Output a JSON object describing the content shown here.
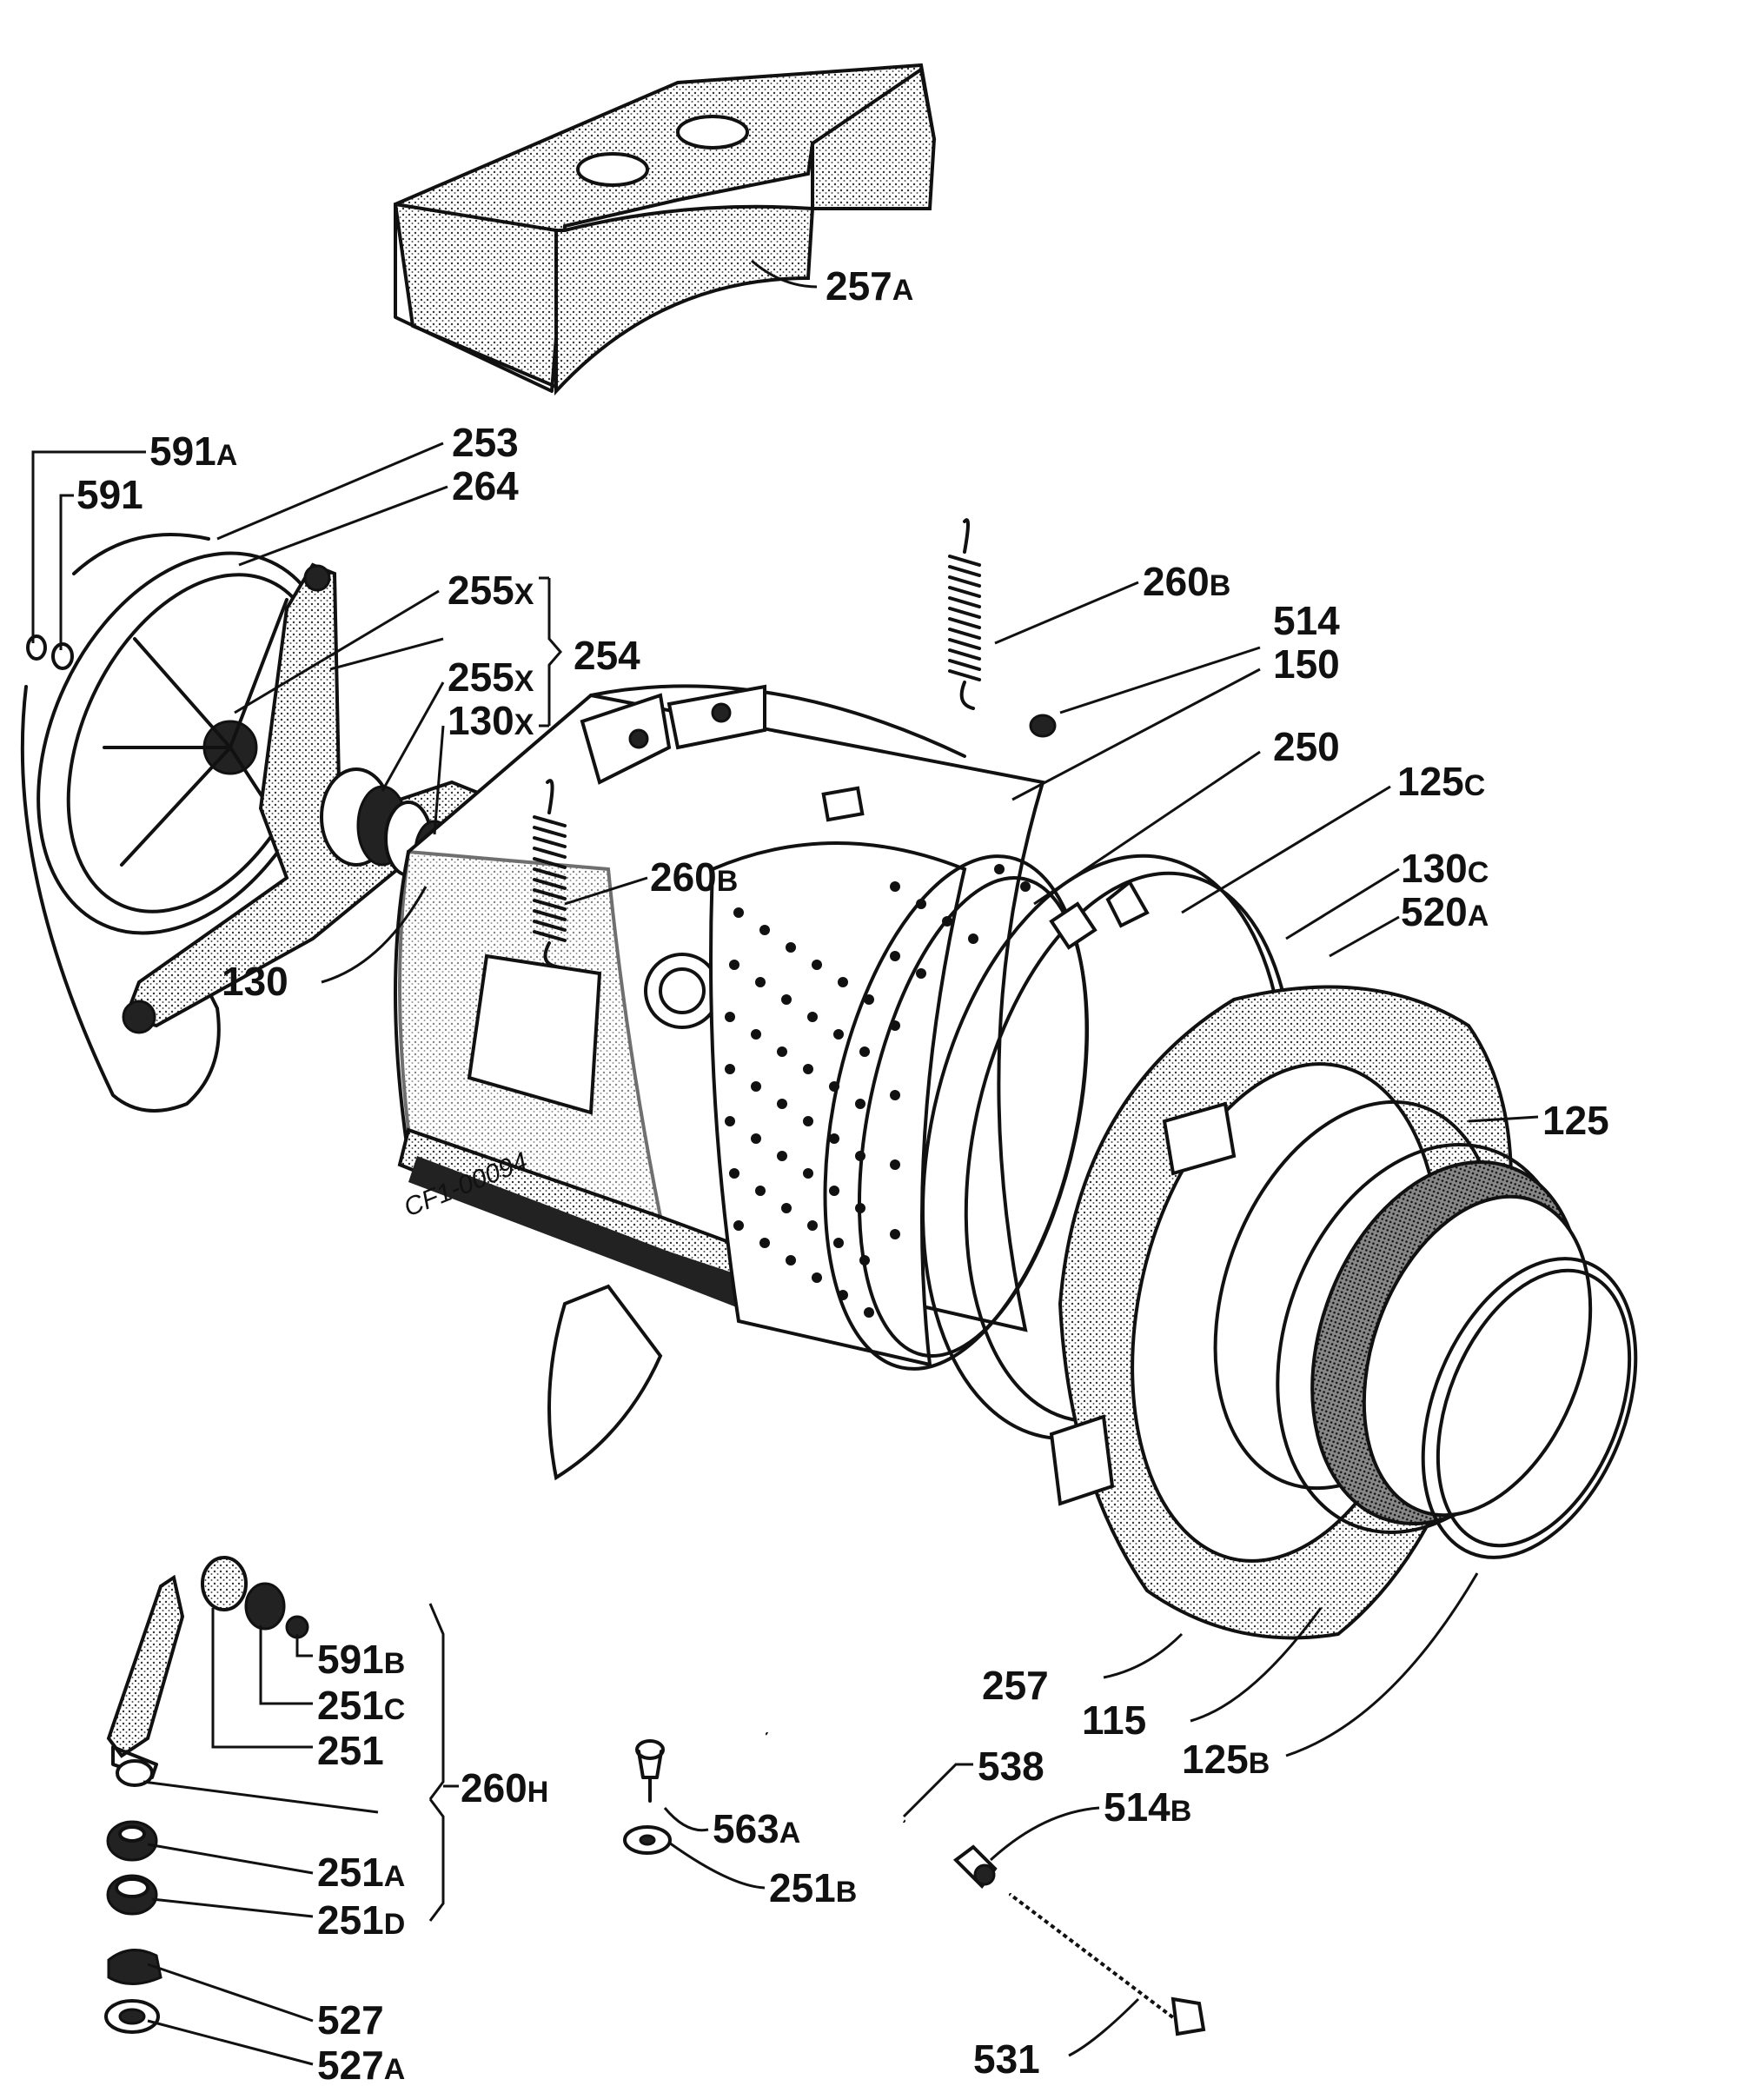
{
  "drawing_code": "CF1-00094",
  "parts": [
    {
      "id": "p257A",
      "num": "257",
      "suffix": "A"
    },
    {
      "id": "p591A",
      "num": "591",
      "suffix": "A"
    },
    {
      "id": "p591",
      "num": "591",
      "suffix": ""
    },
    {
      "id": "p253",
      "num": "253",
      "suffix": ""
    },
    {
      "id": "p264",
      "num": "264",
      "suffix": ""
    },
    {
      "id": "p255X1",
      "num": "255",
      "suffix": "X"
    },
    {
      "id": "p254",
      "num": "254",
      "suffix": ""
    },
    {
      "id": "p255X2",
      "num": "255",
      "suffix": "X"
    },
    {
      "id": "p130X",
      "num": "130",
      "suffix": "X"
    },
    {
      "id": "p130",
      "num": "130",
      "suffix": ""
    },
    {
      "id": "p260B1",
      "num": "260",
      "suffix": "B"
    },
    {
      "id": "p514",
      "num": "514",
      "suffix": ""
    },
    {
      "id": "p150",
      "num": "150",
      "suffix": ""
    },
    {
      "id": "p250",
      "num": "250",
      "suffix": ""
    },
    {
      "id": "p260B2",
      "num": "260",
      "suffix": "B"
    },
    {
      "id": "p125C",
      "num": "125",
      "suffix": "C"
    },
    {
      "id": "p130C",
      "num": "130",
      "suffix": "C"
    },
    {
      "id": "p520A",
      "num": "520",
      "suffix": "A"
    },
    {
      "id": "p125",
      "num": "125",
      "suffix": ""
    },
    {
      "id": "p257",
      "num": "257",
      "suffix": ""
    },
    {
      "id": "p115",
      "num": "115",
      "suffix": ""
    },
    {
      "id": "p125B",
      "num": "125",
      "suffix": "B"
    },
    {
      "id": "p591B",
      "num": "591",
      "suffix": "B"
    },
    {
      "id": "p251C",
      "num": "251",
      "suffix": "C"
    },
    {
      "id": "p251",
      "num": "251",
      "suffix": ""
    },
    {
      "id": "p260H",
      "num": "260",
      "suffix": "H"
    },
    {
      "id": "p251A",
      "num": "251",
      "suffix": "A"
    },
    {
      "id": "p251D",
      "num": "251",
      "suffix": "D"
    },
    {
      "id": "p527",
      "num": "527",
      "suffix": ""
    },
    {
      "id": "p527A",
      "num": "527",
      "suffix": "A"
    },
    {
      "id": "p538",
      "num": "538",
      "suffix": ""
    },
    {
      "id": "p563A",
      "num": "563",
      "suffix": "A"
    },
    {
      "id": "p251B",
      "num": "251",
      "suffix": "B"
    },
    {
      "id": "p514B",
      "num": "514",
      "suffix": "B"
    },
    {
      "id": "p531",
      "num": "531",
      "suffix": ""
    }
  ]
}
